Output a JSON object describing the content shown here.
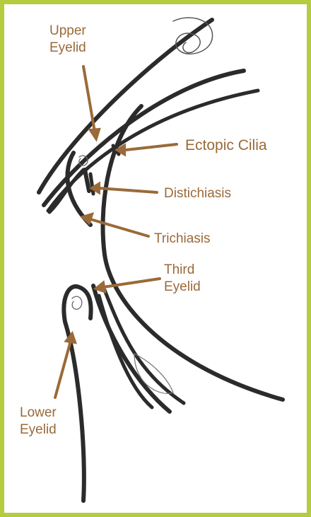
{
  "frame_color": "#b5cc3f",
  "label_color": "#9a6a38",
  "line_color": "#2b2b2b",
  "labels": {
    "upper_eyelid": [
      "Upper",
      "Eyelid"
    ],
    "ectopic_cilia": "Ectopic Cilia",
    "distichiasis": "Distichiasis",
    "trichiasis": "Trichiasis",
    "third_eyelid": [
      "Third",
      "Eyelid"
    ],
    "lower_eyelid": [
      "Lower",
      "Eyelid"
    ]
  }
}
